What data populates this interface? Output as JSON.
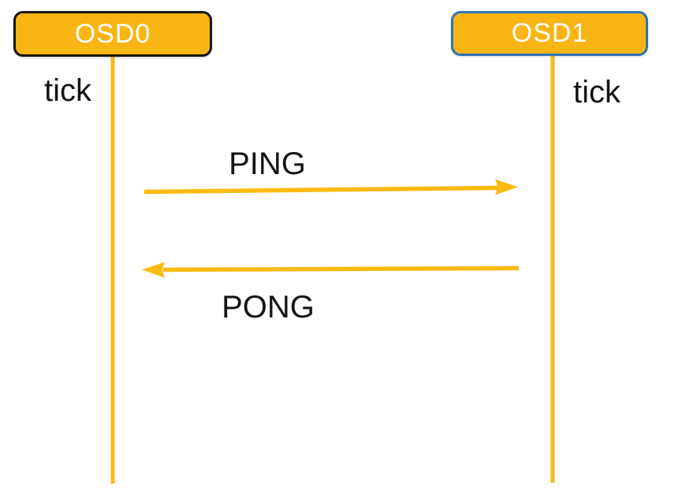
{
  "diagram": {
    "title_implicit": "OSD ping-pong heartbeat sequence",
    "colors": {
      "background": "#FFFFFF",
      "node_fill": "#F8B514",
      "node_border_osd0": "#171512",
      "node_border_osd1": "#2E75B6",
      "node_text": "#FFFFFF",
      "lifeline": "#FBB917",
      "arrow": "#FCBB13",
      "label_text": "#141414"
    },
    "nodes": [
      {
        "id": "osd0",
        "label": "OSD0",
        "border_style": "dark"
      },
      {
        "id": "osd1",
        "label": "OSD1",
        "border_style": "blue"
      }
    ],
    "ticks": [
      {
        "node": "osd0",
        "label": "tick"
      },
      {
        "node": "osd1",
        "label": "tick"
      }
    ],
    "messages": [
      {
        "label": "PING",
        "from": "OSD0",
        "to": "OSD1",
        "direction": "right"
      },
      {
        "label": "PONG",
        "from": "OSD1",
        "to": "OSD0",
        "direction": "left"
      }
    ]
  }
}
